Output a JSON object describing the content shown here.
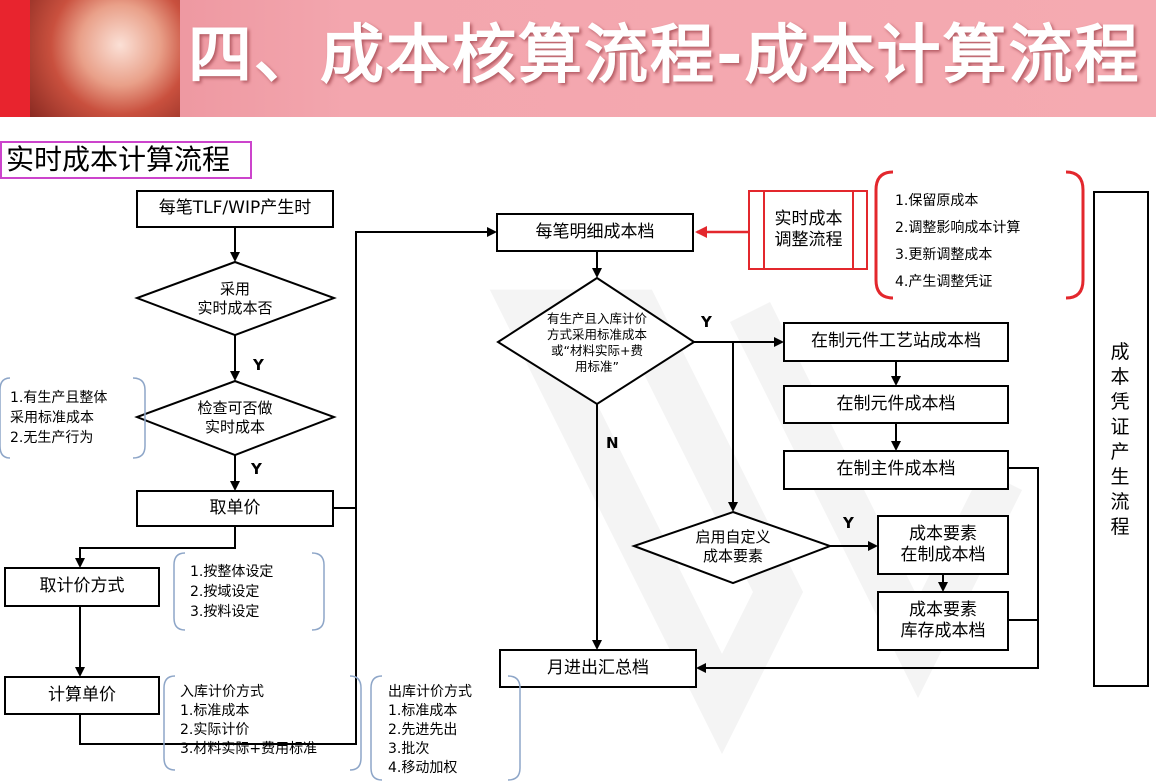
{
  "header": {
    "title": "四、成本核算流程-成本计算流程"
  },
  "section_title": "实时成本计算流程",
  "nodes": {
    "tlf": "每笔TLF/WIP产生时",
    "realtime_q": "采用\n实时成本否",
    "check_q": "检查可否做\n实时成本",
    "get_price": "取单价",
    "price_method": "取计价方式",
    "calc_price": "计算单价",
    "detail_cost": "每笔明细成本档",
    "adjust_flow": "实时成本\n调整流程",
    "std_q": "有生产且入库计价\n方式采用标准成本\n或“材料实际+费\n用标准”",
    "wip_station": "在制元件工艺站成本档",
    "wip_component": "在制元件成本档",
    "wip_main": "在制主件成本档",
    "custom_q": "启用自定义\n成本要素",
    "elem_wip": "成本要素\n在制成本档",
    "elem_stock": "成本要素\n库存成本档",
    "monthly": "月进出汇总档",
    "voucher_flow": "成本凭证产生流程"
  },
  "labels": {
    "y1": "Y",
    "y2": "Y",
    "y3": "Y",
    "y4": "Y",
    "n1": "N"
  },
  "notes": {
    "adjust_steps": [
      "1.保留原成本",
      "2.调整影响成本计算",
      "3.更新调整成本",
      "4.产生调整凭证"
    ],
    "check_conditions": [
      "1.有生产且整体",
      "采用标准成本",
      "2.无生产行为"
    ],
    "price_settings": [
      "1.按整体设定",
      "2.按域设定",
      "3.按料设定"
    ],
    "inbound_methods": [
      "入库计价方式",
      "1.标准成本",
      "2.实际计价",
      "3.材料实际+费用标准"
    ],
    "outbound_methods": [
      "出库计价方式",
      "1.标准成本",
      "2.先进先出",
      "3.批次",
      "4.移动加权"
    ]
  },
  "colors": {
    "header_bg": "#f3a6ae",
    "red_bar": "#e8242e",
    "accent_red": "#e3272d",
    "note_brace": "#8ea6c8",
    "section_border": "#cc44cc"
  }
}
